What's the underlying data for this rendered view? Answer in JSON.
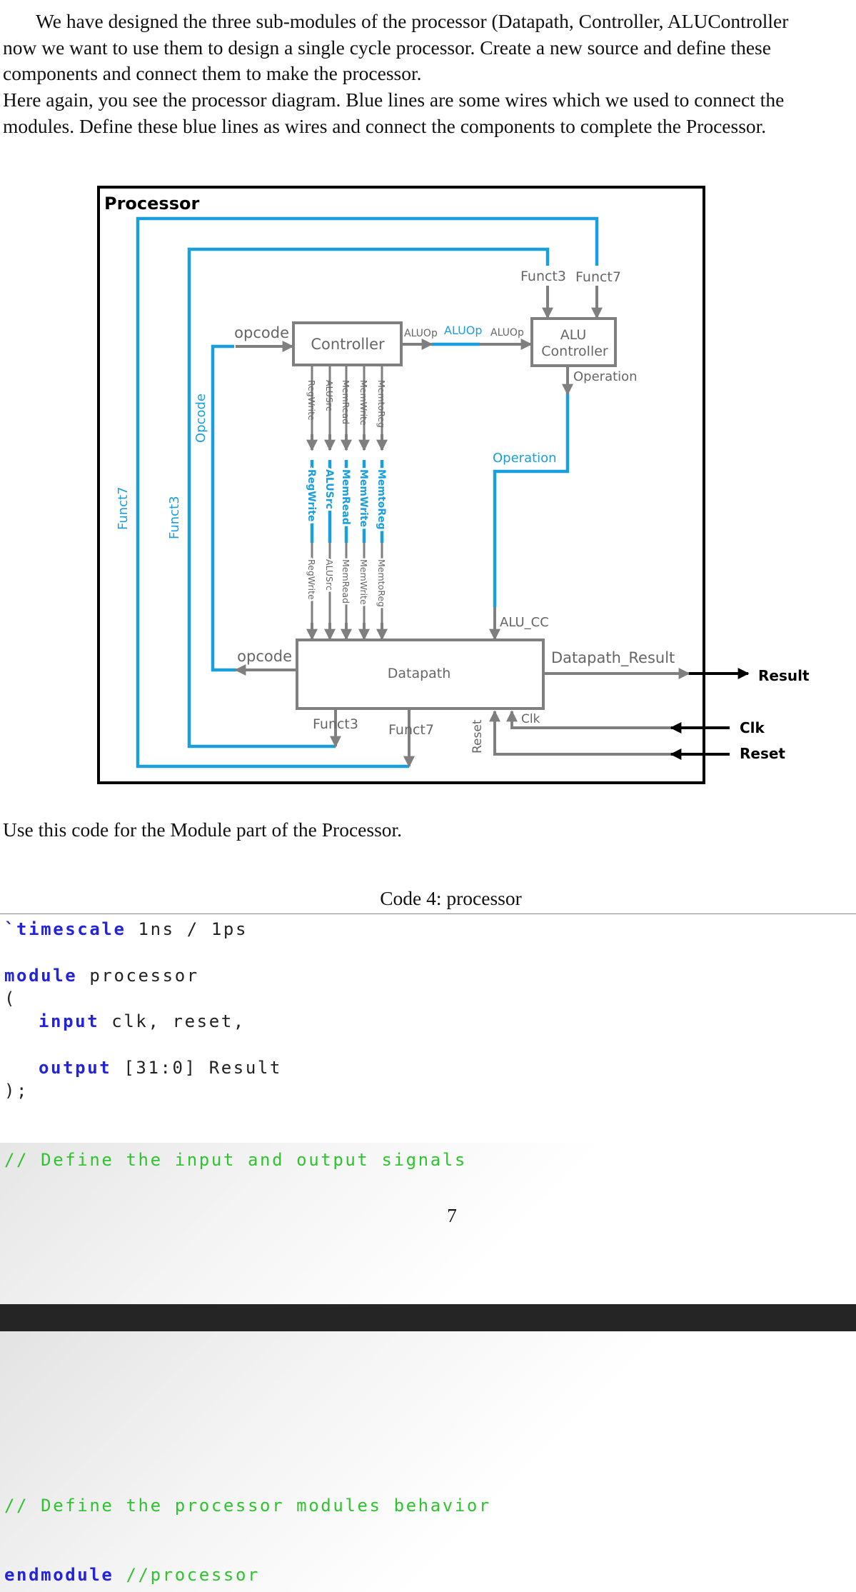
{
  "intro": {
    "line1": "We have designed the three sub-modules of the processor (Datapath, Controller, ALUController",
    "line2": "now we want to use them to design a single cycle processor.  Create a new source and define these",
    "line3": "components and connect them to make the processor."
  },
  "instructions": {
    "line1": "Here again, you see the processor diagram.  Blue lines are some wires which we used to connect the",
    "line2": "modules. Define these blue lines as wires and connect the components to complete the Processor."
  },
  "diagram": {
    "title": "Processor",
    "controller": "Controller",
    "alu_controller_line1": "ALU",
    "alu_controller_line2": "Controller",
    "datapath": "Datapath",
    "opcode_top": "opcode",
    "opcode_bottom": "opcode",
    "opcode_wire": "Opcode",
    "funct7_wire": "Funct7",
    "funct3_wire": "Funct3",
    "funct3_alu": "Funct3",
    "funct7_alu": "Funct7",
    "aluop_out": "ALUOp",
    "aluop_wire": "ALUOp",
    "aluop_in": "ALUOp",
    "operation_out": "Operation",
    "operation_wire": "Operation",
    "alu_cc": "ALU_CC",
    "datapath_result": "Datapath_Result",
    "funct3_dp": "Funct3",
    "funct7_dp": "Funct7",
    "reset_dp": "Reset",
    "clk_dp": "Clk",
    "result_port": "Result",
    "clk_port": "Clk",
    "reset_port": "Reset",
    "ctrl_signals": [
      "RegWrite",
      "ALUSrc",
      "MemRead",
      "MemWrite",
      "MemtoReg"
    ],
    "colors": {
      "wire": "#1a9fdc",
      "port": "#7f7f7f",
      "frame": "#000000"
    }
  },
  "use_code": "Use this code for the Module part of the Processor.",
  "caption": "Code 4: processor",
  "code": {
    "timescale_kw": "`timescale",
    "timescale_val": " 1ns / 1ps",
    "module_kw": "module",
    "module_name": " processor",
    "open_paren": "(",
    "input_kw": "input",
    "input_rest": " clk, reset,",
    "output_kw": "output",
    "output_rest": " [31:0] Result",
    "close": ");",
    "comment1": "// Define the input and output signals",
    "comment2": "// Define the processor modules behavior",
    "endmodule_kw": "endmodule",
    "endmodule_comment": " //processor"
  },
  "page_number": "7"
}
